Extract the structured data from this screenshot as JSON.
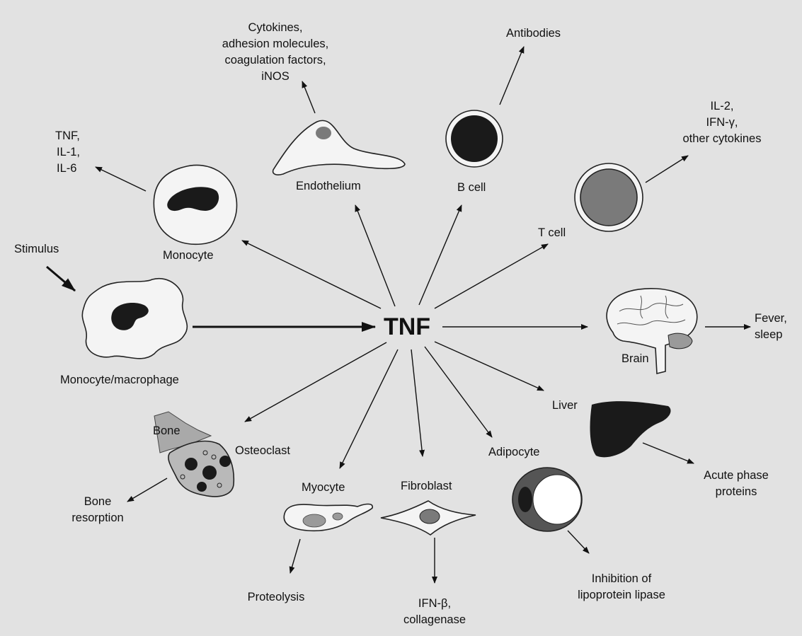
{
  "center": "TNF",
  "stimulus": "Stimulus",
  "monocyte_macrophage": {
    "label": "Monocyte/macrophage"
  },
  "monocyte": {
    "label": "Monocyte",
    "products": [
      "TNF,",
      "IL-1,",
      "IL-6"
    ]
  },
  "endothelium": {
    "label": "Endothelium",
    "products": [
      "Cytokines,",
      "adhesion molecules,",
      "coagulation factors,",
      "iNOS"
    ]
  },
  "b_cell": {
    "label": "B cell",
    "products": [
      "Antibodies"
    ]
  },
  "t_cell": {
    "label": "T cell",
    "products": [
      "IL-2,",
      "IFN-γ,",
      "other cytokines"
    ]
  },
  "brain": {
    "label": "Brain",
    "products": [
      "Fever,",
      "sleep"
    ]
  },
  "liver": {
    "label": "Liver",
    "products": [
      "Acute phase",
      "proteins"
    ]
  },
  "adipocyte": {
    "label": "Adipocyte",
    "products": [
      "Inhibition of",
      "lipoprotein lipase"
    ]
  },
  "fibroblast": {
    "label": "Fibroblast",
    "products": [
      "IFN-β,",
      "collagenase"
    ]
  },
  "myocyte": {
    "label": "Myocyte",
    "products": [
      "Proteolysis"
    ]
  },
  "osteoclast": {
    "label": "Osteoclast",
    "bone_label": "Bone",
    "products": [
      "Bone",
      "resorption"
    ]
  },
  "colors": {
    "background": "#e2e2e2",
    "nucleus_dark": "#1a1a1a",
    "nucleus_gray": "#7a7a7a",
    "cell_fill": "#f4f4f4",
    "bone": "#a9a9a9"
  }
}
